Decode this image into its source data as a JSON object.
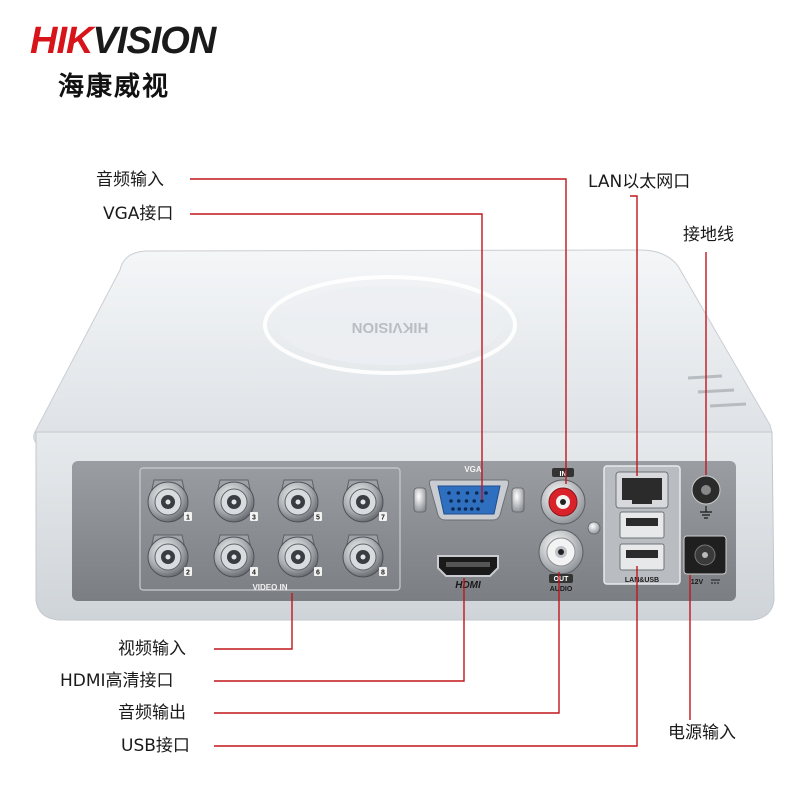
{
  "brand": {
    "name_prefix": "HIK",
    "name_suffix": "VISION",
    "name_cn": "海康威视",
    "prefix_color": "#d7141a",
    "suffix_color": "#1a1a1a"
  },
  "labels": {
    "audio_in": "音频输入",
    "vga": "VGA接口",
    "lan": "LAN以太网口",
    "ground": "接地线",
    "video_in": "视频输入",
    "hdmi": "HDMI高清接口",
    "audio_out": "音频输出",
    "usb": "USB接口",
    "power": "电源输入"
  },
  "device": {
    "top_logo": "HIKVISION",
    "vga_text": "VGA",
    "in_text": "IN",
    "hdmi_text": "HDMI",
    "out_text": "OUT",
    "audio_text": "AUDIO",
    "video_in_text": "VIDEO IN",
    "lan_usb_text": "LAN&USB",
    "dc_text": "12V",
    "bnc_numbers": [
      "1",
      "2",
      "3",
      "4",
      "5",
      "6",
      "7",
      "8"
    ]
  },
  "colors": {
    "leader_line": "#c0161c",
    "vga_port": "#2f6fc0",
    "rca_red": "#d9222a",
    "case": "#e9ecef",
    "panel": "#8a8d92"
  }
}
